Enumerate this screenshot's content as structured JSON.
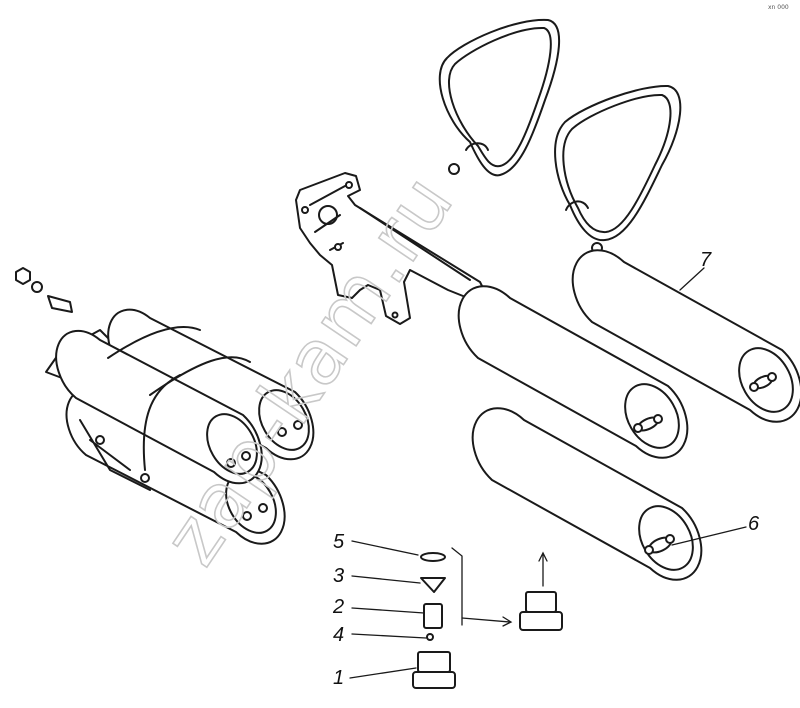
{
  "corner_note": "xn 000",
  "watermark": "zap-kam.ru",
  "callouts": [
    {
      "id": "7",
      "text": "7"
    },
    {
      "id": "6",
      "text": "6"
    },
    {
      "id": "5",
      "text": "5"
    },
    {
      "id": "3",
      "text": "3"
    },
    {
      "id": "2",
      "text": "2"
    },
    {
      "id": "4",
      "text": "4"
    },
    {
      "id": "1",
      "text": "1"
    }
  ],
  "colors": {
    "ink": "#1a1a1a",
    "paper": "#ffffff",
    "watermark": "#c8c8c8"
  }
}
